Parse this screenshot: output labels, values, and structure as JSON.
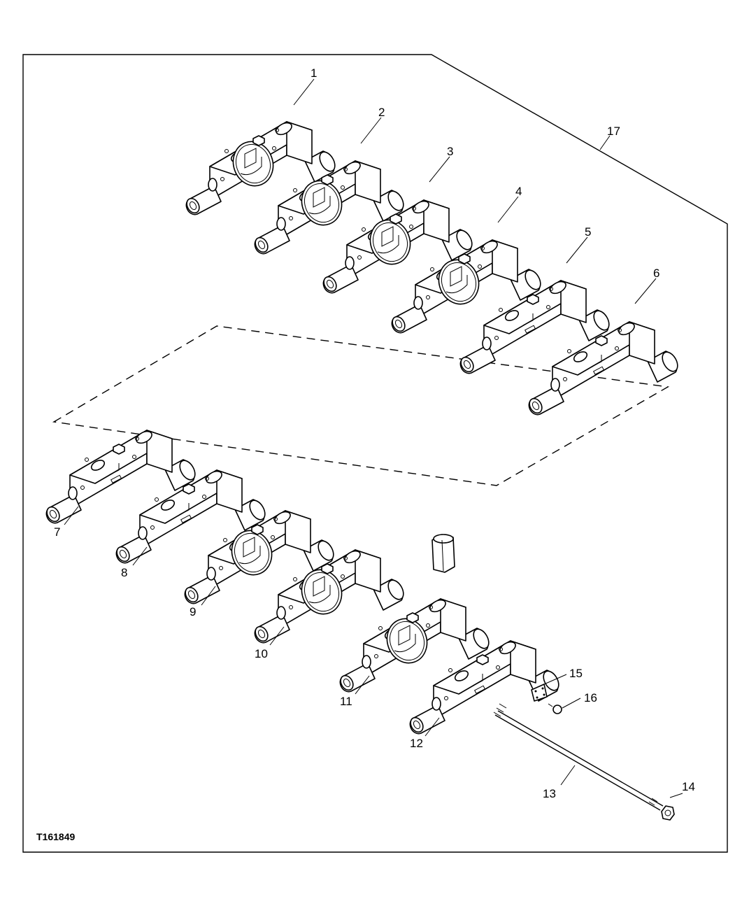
{
  "figure_id": "T161849",
  "callouts": [
    {
      "label": "1"
    },
    {
      "label": "2"
    },
    {
      "label": "3"
    },
    {
      "label": "4"
    },
    {
      "label": "5"
    },
    {
      "label": "6"
    },
    {
      "label": "7"
    },
    {
      "label": "8"
    },
    {
      "label": "9"
    },
    {
      "label": "10"
    },
    {
      "label": "11"
    },
    {
      "label": "12"
    },
    {
      "label": "13"
    },
    {
      "label": "14"
    },
    {
      "label": "15"
    },
    {
      "label": "16"
    },
    {
      "label": "17"
    }
  ]
}
